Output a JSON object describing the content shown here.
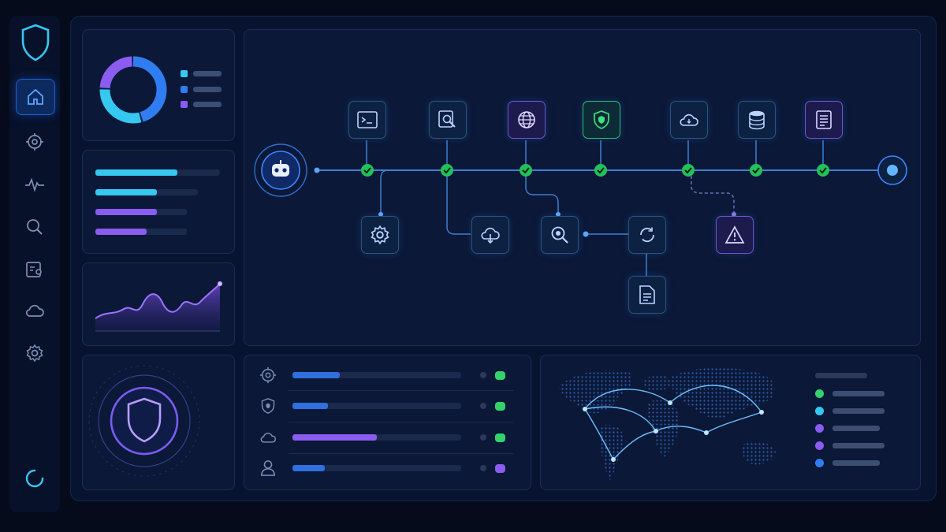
{
  "colors": {
    "accent_blue": "#2f7df0",
    "accent_cyan": "#35c8f0",
    "accent_purple": "#8a5cf0",
    "status_green": "#34d26a",
    "background": "#050b1a"
  },
  "sidebar": {
    "logo": "shield-icon",
    "items": [
      {
        "icon": "home-icon",
        "active": true
      },
      {
        "icon": "target-icon",
        "active": false
      },
      {
        "icon": "activity-icon",
        "active": false
      },
      {
        "icon": "search-icon",
        "active": false
      },
      {
        "icon": "document-search-icon",
        "active": false
      },
      {
        "icon": "cloud-icon",
        "active": false
      },
      {
        "icon": "gear-icon",
        "active": false
      }
    ],
    "footer_icon": "loading-icon"
  },
  "donut": {
    "segments": [
      {
        "color": "#2f7df0",
        "fraction": 0.46
      },
      {
        "color": "#35c8f0",
        "fraction": 0.3
      },
      {
        "color": "#8a5cf0",
        "fraction": 0.24
      }
    ],
    "legend_colors": [
      "#35c8f0",
      "#2f7df0",
      "#8a5cf0"
    ]
  },
  "progress_bars": [
    {
      "color": "#35c8f0",
      "fraction": 0.66
    },
    {
      "color": "#35c8f0",
      "fraction": 0.6
    },
    {
      "color": "#8a5cf0",
      "fraction": 0.67
    },
    {
      "color": "#8a5cf0",
      "fraction": 0.56
    }
  ],
  "pipeline": {
    "start_icon": "robot-icon",
    "end_icon": "target-dot-icon",
    "top_nodes": [
      "terminal-icon",
      "file-search-icon",
      "globe-icon",
      "shield-check-icon",
      "cloud-icon",
      "database-icon",
      "document-icon"
    ],
    "bottom_nodes": [
      "gear-icon",
      "cloud-download-icon",
      "search-icon",
      "refresh-icon",
      "warning-icon",
      "document-icon"
    ]
  },
  "resource_rows": [
    {
      "icon": "target-icon",
      "fraction": 0.28,
      "status": "#34d26a"
    },
    {
      "icon": "shield-icon",
      "fraction": 0.21,
      "status": "#34d26a"
    },
    {
      "icon": "cloud-icon",
      "fraction": 0.5,
      "status": "#34d26a"
    },
    {
      "icon": "user-icon",
      "fraction": 0.19,
      "status": "#8a5cf0"
    }
  ],
  "map_legend": [
    "#34d26a",
    "#35c8f0",
    "#8a5cf0",
    "#8a5cf0",
    "#2f7df0"
  ]
}
